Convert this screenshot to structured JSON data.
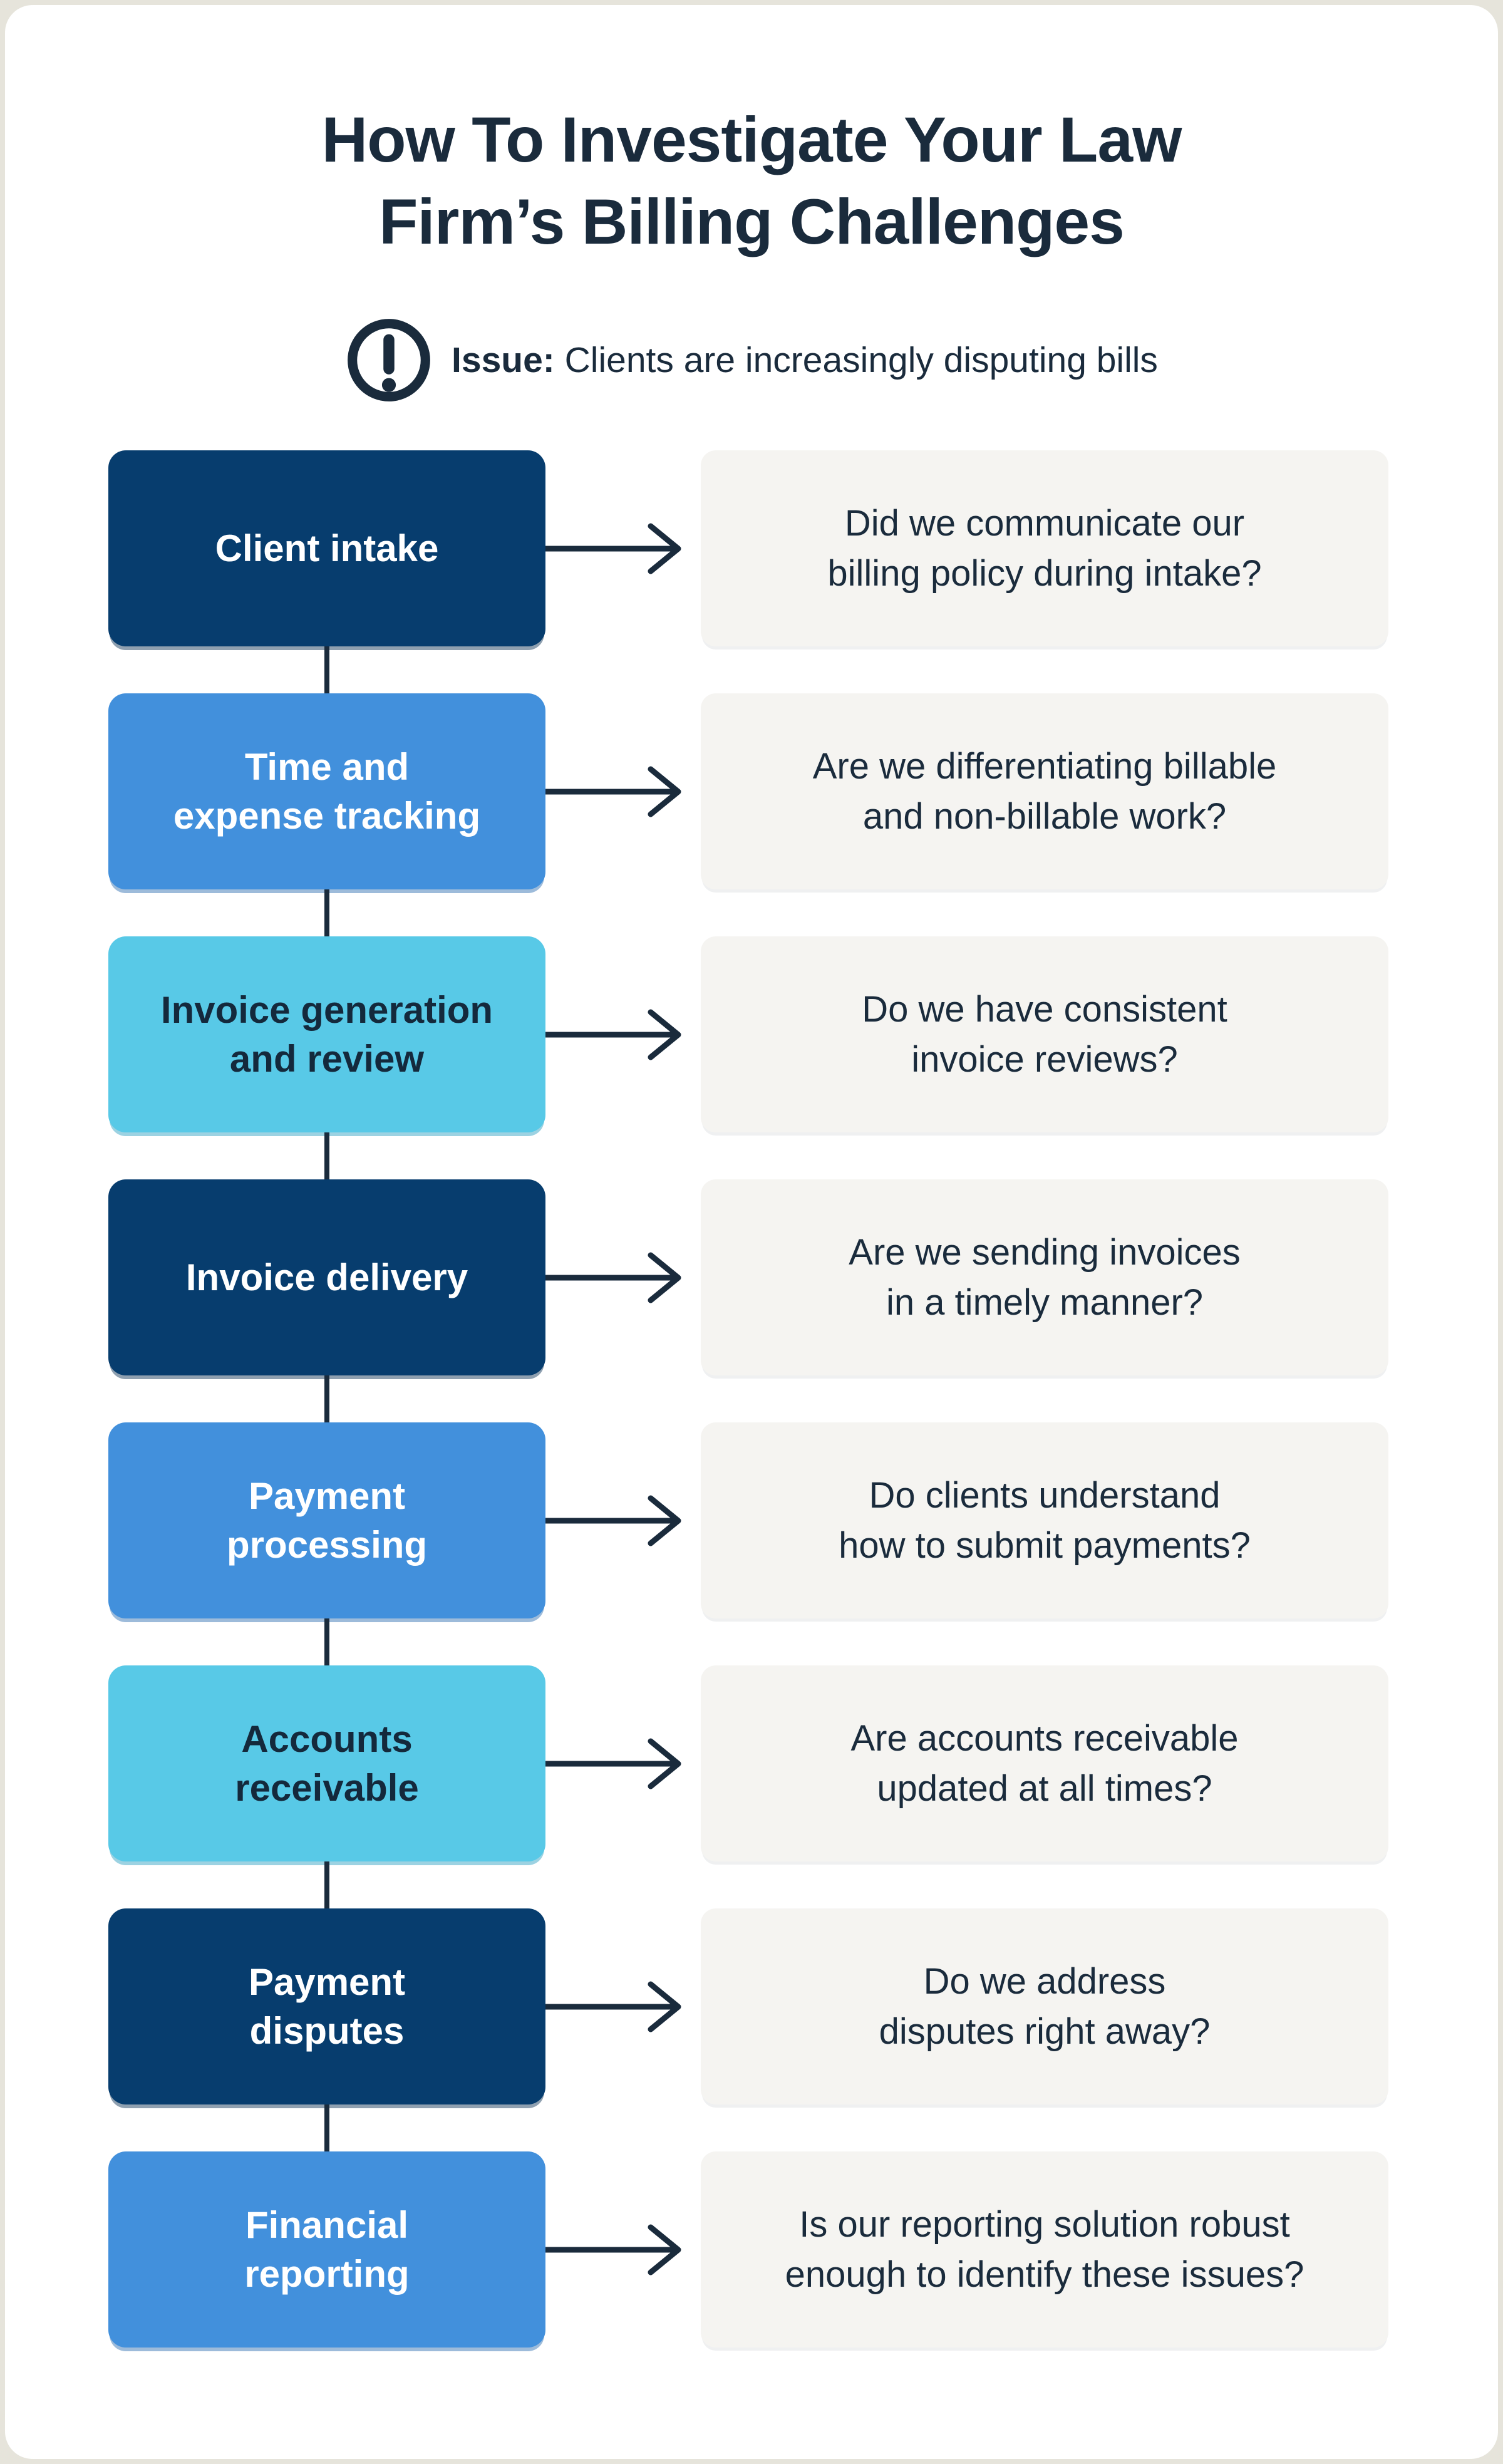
{
  "page": {
    "title": "How To Investigate Your Law\nFirm’s Billing Challenges"
  },
  "issue": {
    "icon": "alert-circle-icon",
    "label": "Issue:",
    "text": " Clients are increasingly disputing bills"
  },
  "steps": [
    {
      "label": "Client intake",
      "tone": "navy",
      "question": "Did we communicate our\nbilling policy during intake?"
    },
    {
      "label": "Time and\nexpense tracking",
      "tone": "blue",
      "question": "Are we differentiating billable\nand non-billable work?"
    },
    {
      "label": "Invoice generation\nand review",
      "tone": "cyan",
      "question": "Do we have consistent\ninvoice reviews?"
    },
    {
      "label": "Invoice delivery",
      "tone": "navy",
      "question": "Are we sending invoices\nin a timely manner?"
    },
    {
      "label": "Payment\nprocessing",
      "tone": "blue",
      "question": "Do clients understand\nhow to submit payments?"
    },
    {
      "label": "Accounts\nreceivable",
      "tone": "cyan",
      "question": "Are accounts receivable\nupdated at all times?"
    },
    {
      "label": "Payment\ndisputes",
      "tone": "navy",
      "question": "Do we address\ndisputes right away?"
    },
    {
      "label": "Financial\nreporting",
      "tone": "blue",
      "question": "Is our reporting solution robust\nenough to identify these issues?"
    }
  ],
  "theme": {
    "page_background": "#E6E4DB",
    "card_background": "#FFFFFF",
    "ink": "#1A2B3C",
    "navy": "#073D6E",
    "blue": "#4290DC",
    "cyan": "#58C9E7",
    "question_background": "#F5F4F1"
  }
}
